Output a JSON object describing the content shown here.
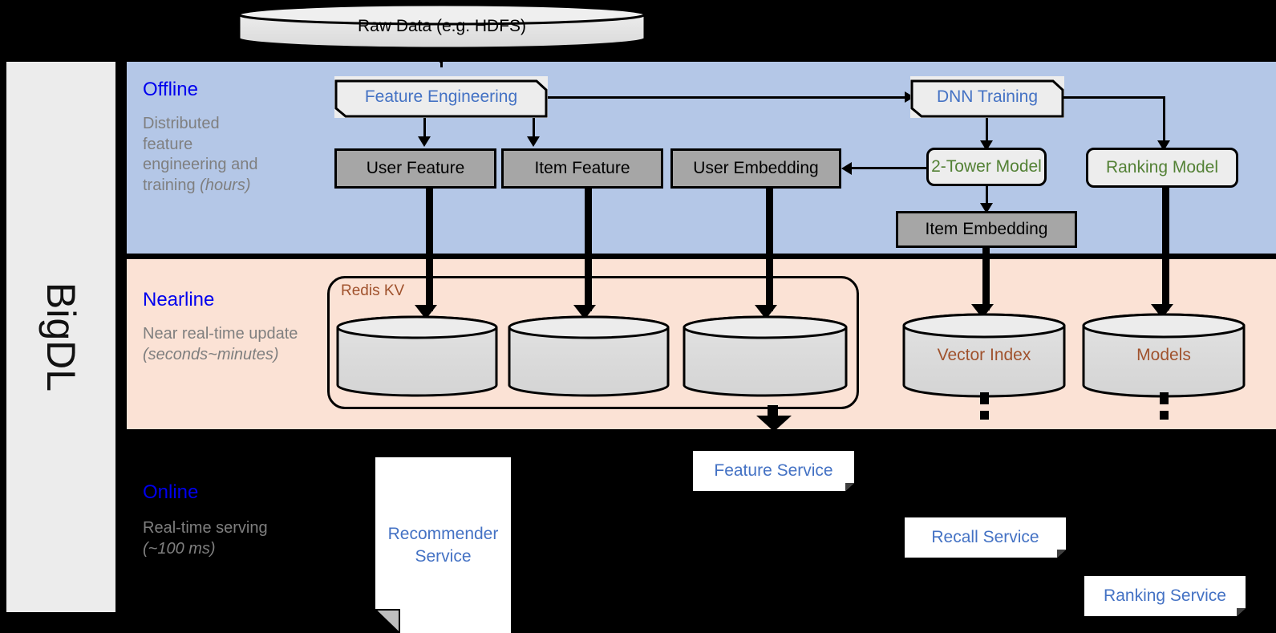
{
  "framework": {
    "name": "BigDL"
  },
  "source": {
    "label": "Raw Data (e.g. HDFS)"
  },
  "bands": [
    {
      "id": "offline",
      "title": "Offline",
      "desc_line1": "Distributed feature engineering and training ",
      "desc_em": "(hours)"
    },
    {
      "id": "nearline",
      "title": "Nearline",
      "desc_line1": "Near real-time update ",
      "desc_em": "(seconds~minutes)"
    },
    {
      "id": "online",
      "title": "Online",
      "desc_line1": "Real-time serving ",
      "desc_em": "(~100 ms)"
    }
  ],
  "offline": {
    "feature_engineering": "Feature Engineering",
    "dnn_training": "DNN Training",
    "user_feature": "User Feature",
    "item_feature": "Item Feature",
    "user_embedding": "User Embedding",
    "two_tower_model": "2-Tower Model",
    "ranking_model": "Ranking Model",
    "item_embedding": "Item Embedding"
  },
  "nearline": {
    "redis_kv": "Redis KV",
    "store_user_feature": "",
    "store_item_feature": "",
    "store_user_embedding": "",
    "vector_index": "Vector Index",
    "models": "Models"
  },
  "online": {
    "recommender_service": "Recommender Service",
    "feature_service": "Feature Service",
    "recall_service": "Recall Service",
    "ranking_service": "Ranking Service"
  },
  "colors": {
    "offline_band": "#b4c7e7",
    "nearline_band": "#fbe2d5",
    "online_band": "#000000",
    "band_title": "#0000ee",
    "band_desc": "#7f7f7f",
    "process_text": "#4472c4",
    "model_text": "#538135",
    "store_text": "#a0522d",
    "gray_box": "#a6a6a6",
    "sidebar": "#ececec"
  }
}
